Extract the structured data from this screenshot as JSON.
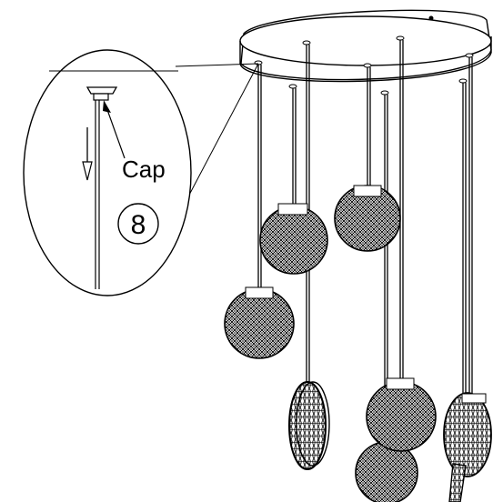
{
  "callout": {
    "cap_label": "Cap",
    "step_number": "8"
  },
  "fixture": {
    "pendant_count": 7,
    "pendant_shades": [
      "round-mesh",
      "round-mesh",
      "round-mesh",
      "disc-mesh",
      "round-mesh",
      "round-mesh",
      "disc-mesh"
    ]
  },
  "colors": {
    "line": "#000000",
    "background": "#ffffff"
  }
}
